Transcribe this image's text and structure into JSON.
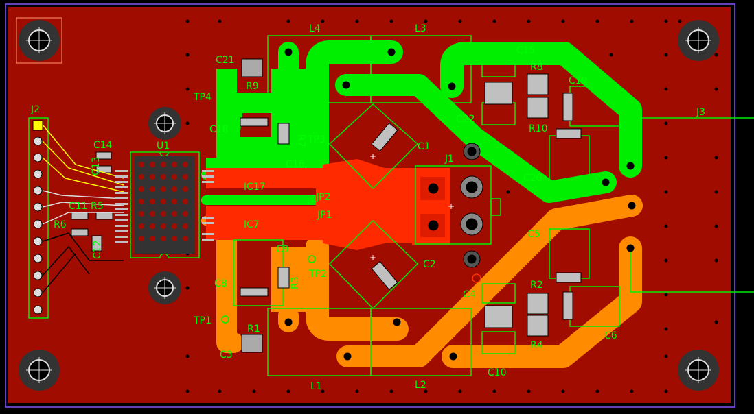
{
  "colors": {
    "background": "#000000",
    "board": "#a00c00",
    "green_copper": "#00ee00",
    "orange_copper": "#ff8c00",
    "red_copper": "#ff2a00",
    "silkscreen": "#00ff00",
    "pad": "#c0c0c0",
    "outline": "#6a3fbf"
  },
  "labels": {
    "j2": "J2",
    "j1": "J1",
    "j3": "J3",
    "u1": "U1",
    "l1": "L1",
    "l2": "L2",
    "l3": "L3",
    "l4": "L4",
    "c1": "C1",
    "c2": "C2",
    "c3": "C3",
    "c4": "C4",
    "c5": "C5",
    "c6": "C6",
    "c8": "C8",
    "c9": "C9",
    "c10": "C10",
    "c11": "C11",
    "c12": "C12",
    "c13": "C13",
    "c14": "C14",
    "c15": "C15",
    "c16": "C16",
    "c18": "C18",
    "c19": "C19",
    "c20": "C20",
    "c21": "C21",
    "c22": "C22",
    "r1": "R1",
    "r2": "R2",
    "r3": "R3",
    "r4": "R4",
    "r5": "R5",
    "r6": "R6",
    "r7": "R7",
    "r8": "R8",
    "r9": "R9",
    "r10": "R10",
    "ic17": "IC17",
    "ic7": "IC7",
    "jp1": "JP1",
    "jp2": "JP2",
    "tp1": "TP1",
    "tp2": "TP2",
    "tp3": "TP3",
    "tp4": "TP4"
  }
}
